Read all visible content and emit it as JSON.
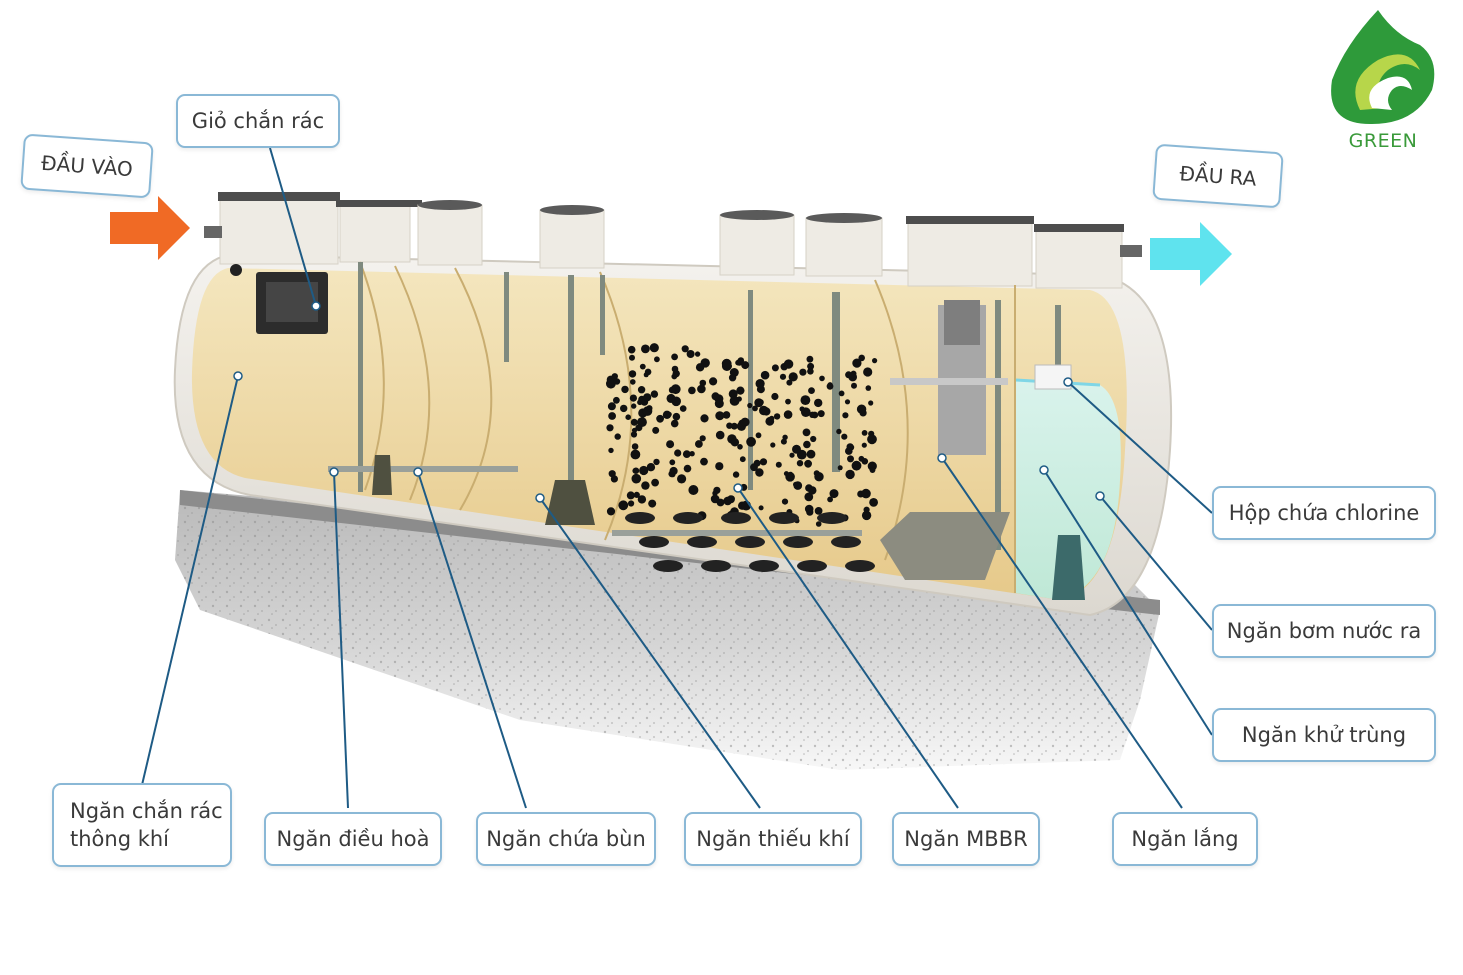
{
  "logo": {
    "text": "GREEN",
    "color": "#3a9a3a",
    "icon": "green-leaf-logo"
  },
  "flow": {
    "inlet": "ĐẦU VÀO",
    "outlet": "ĐẦU RA",
    "inlet_arrow_color": "#f06a25",
    "outlet_arrow_color": "#5fe3ee"
  },
  "labels": {
    "gio_chan_rac": "Giỏ chắn rác",
    "hop_chlorine": "Hộp chứa chlorine",
    "ngan_bom": "Ngăn bơm nước ra",
    "ngan_khu_trung": "Ngăn khử trùng",
    "ngan_chan_rac_line1": "Ngăn chắn rác",
    "ngan_chan_rac_line2": "thông khí",
    "ngan_dieu_hoa": "Ngăn điều hoà",
    "ngan_chua_bun": "Ngăn chứa bùn",
    "ngan_thieu_khi": "Ngăn thiếu khí",
    "ngan_mbbr": "Ngăn MBBR",
    "ngan_lang": "Ngăn lắng"
  },
  "colors": {
    "leader_line": "#1e5b85",
    "label_border": "#8ab8d6",
    "tank_shell": "#ede9e1",
    "tank_inner": "#eed9a2",
    "disinfection_water": "#cfeee0"
  }
}
